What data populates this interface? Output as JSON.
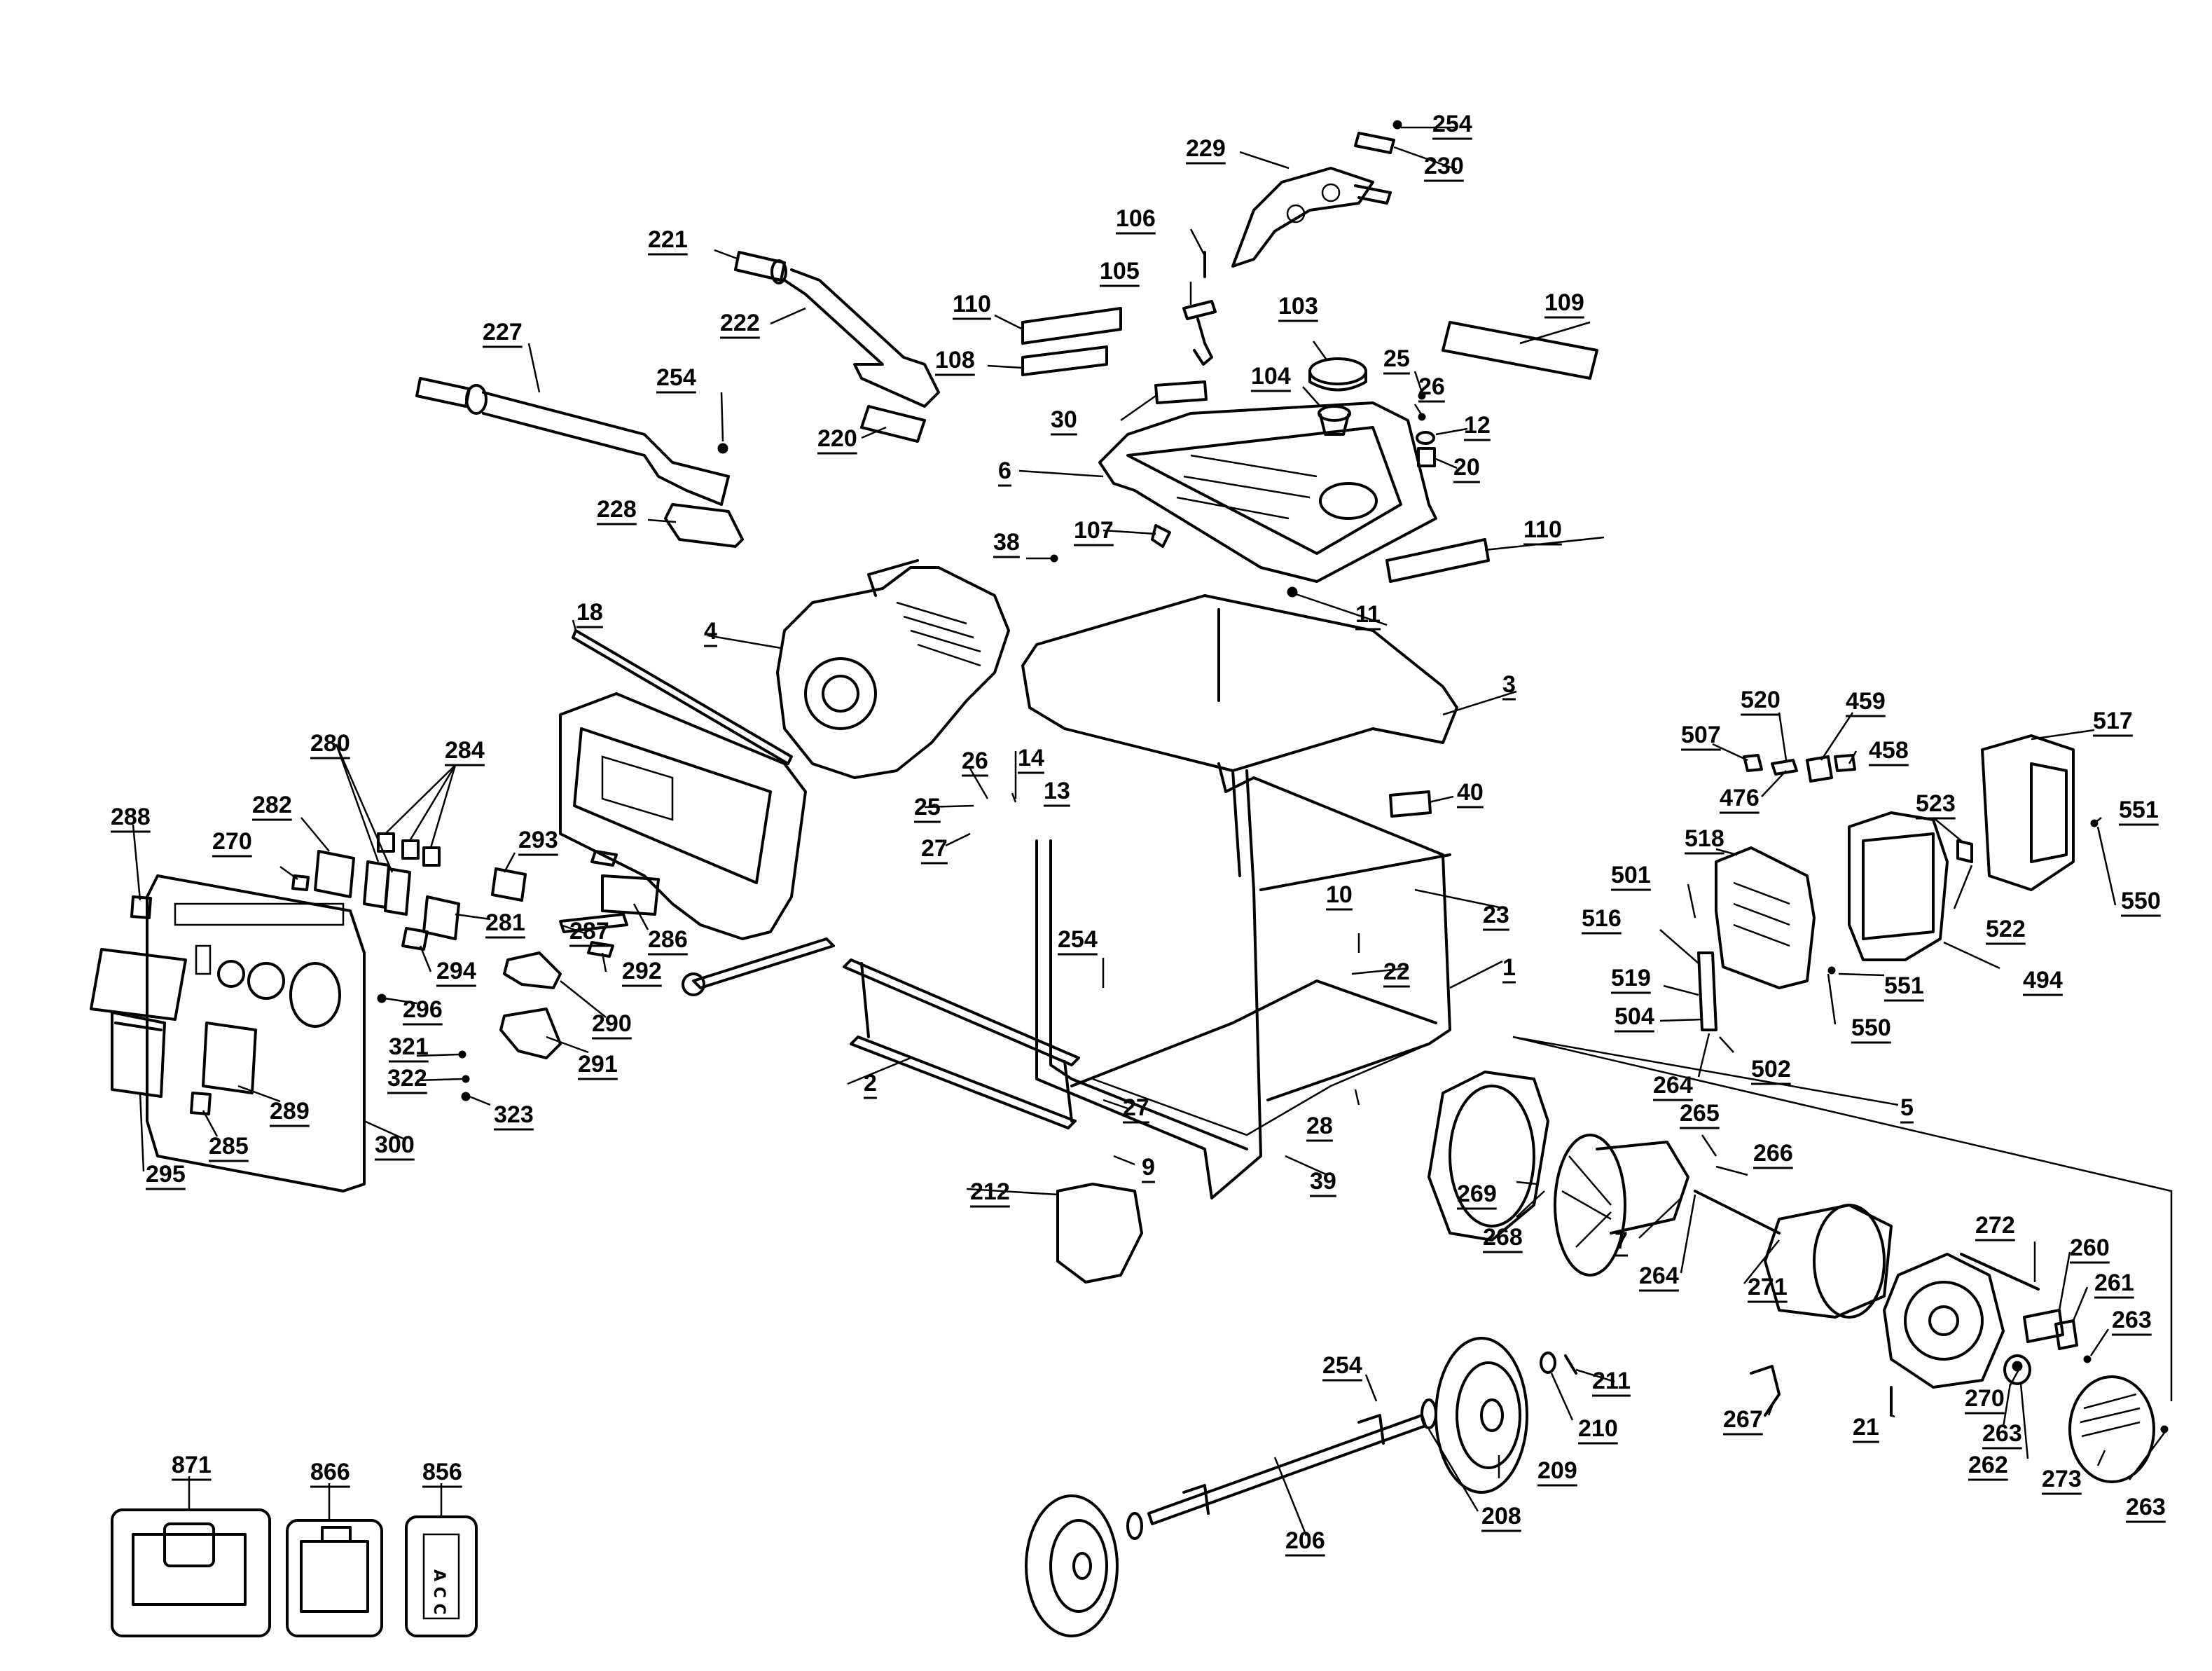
{
  "part_numbers": {
    "p254a": "254",
    "p230": "230",
    "p229": "229",
    "p106": "106",
    "p105": "105",
    "p221": "221",
    "p222": "222",
    "p227": "227",
    "p254b": "254",
    "p220": "220",
    "p228": "228",
    "p110a": "110",
    "p108": "108",
    "p103": "103",
    "p104": "104",
    "p109": "109",
    "p25a": "25",
    "p26a": "26",
    "p12": "12",
    "p20": "20",
    "p30": "30",
    "p6": "6",
    "p107": "107",
    "p38": "38",
    "p110b": "110",
    "p11": "11",
    "p18": "18",
    "p4": "4",
    "p3": "3",
    "p26b": "26",
    "p14": "14",
    "p25b": "25",
    "p13": "13",
    "p27a": "27",
    "p280": "280",
    "p284": "284",
    "p288": "288",
    "p282": "282",
    "p270a": "270",
    "p293": "293",
    "p281": "281",
    "p286": "286",
    "p287": "287",
    "p294": "294",
    "p292": "292",
    "p296": "296",
    "p290": "290",
    "p321": "321",
    "p322": "322",
    "p291": "291",
    "p323": "323",
    "p300": "300",
    "p289": "289",
    "p285": "285",
    "p295": "295",
    "p2": "2",
    "p254c": "254",
    "p27b": "27",
    "p9": "9",
    "p212": "212",
    "p10": "10",
    "p22": "22",
    "p23": "23",
    "p1": "1",
    "p40": "40",
    "p28": "28",
    "p39": "39",
    "p507": "507",
    "p520": "520",
    "p459": "459",
    "p458": "458",
    "p476": "476",
    "p517": "517",
    "p523": "523",
    "p551a": "551",
    "p518": "518",
    "p501": "501",
    "p516": "516",
    "p519": "519",
    "p504": "504",
    "p264a": "264",
    "p502": "502",
    "p522": "522",
    "p550a": "550",
    "p551b": "551",
    "p494": "494",
    "p550b": "550",
    "p5": "5",
    "p265": "265",
    "p266": "266",
    "p269": "269",
    "p268": "268",
    "p7": "7",
    "p264b": "264",
    "p271": "271",
    "p272": "272",
    "p260": "260",
    "p261": "261",
    "p263a": "263",
    "p270b": "270",
    "p263b": "263",
    "p21": "21",
    "p262": "262",
    "p273": "273",
    "p263c": "263",
    "p267": "267",
    "p254d": "254",
    "p211": "211",
    "p210": "210",
    "p209": "209",
    "p208": "208",
    "p206": "206",
    "p871": "871",
    "p866": "866",
    "p856": "856"
  },
  "accessory_text": "A C C",
  "icons": [
    "battery-charger-icon",
    "battery-pack-icon",
    "accessory-card-icon"
  ]
}
